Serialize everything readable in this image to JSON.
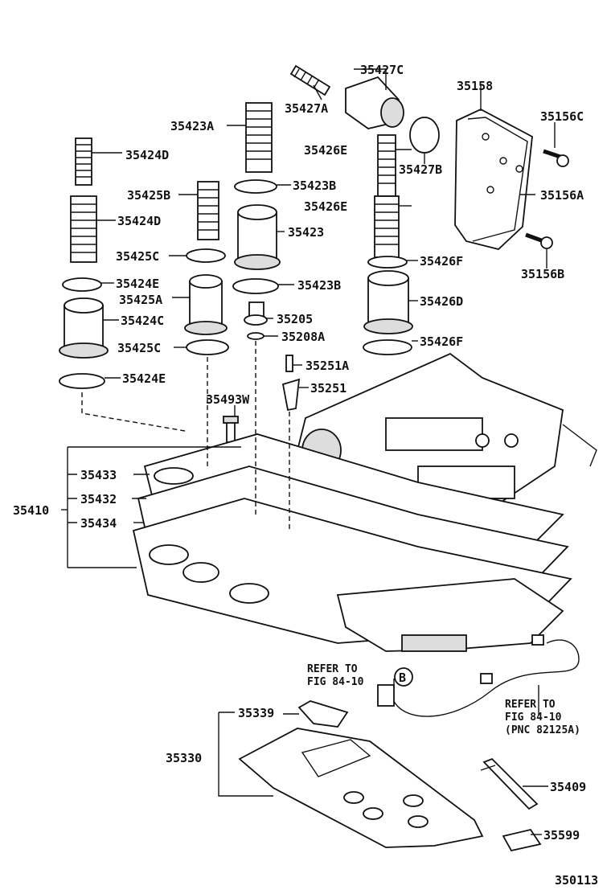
{
  "figure_number": "350113",
  "callouts": {
    "p35427C": "35427C",
    "p35427A": "35427A",
    "p35158": "35158",
    "p35156C": "35156C",
    "p35423A": "35423A",
    "p35424D_top": "35424D",
    "p35426E_top": "35426E",
    "p35427B": "35427B",
    "p35423B_top": "35423B",
    "p35156A": "35156A",
    "p35425B": "35425B",
    "p35426E_mid": "35426E",
    "p35424D": "35424D",
    "p35423": "35423",
    "p35425C_top": "35425C",
    "p35426F_top": "35426F",
    "p35156B": "35156B",
    "p35424E_top": "35424E",
    "p35423B_mid": "35423B",
    "p35425A": "35425A",
    "p35426D": "35426D",
    "p35205": "35205",
    "p35424C": "35424C",
    "p35208A": "35208A",
    "p35425C_mid": "35425C",
    "p35426F_mid": "35426F",
    "p35251A": "35251A",
    "p35424E_mid": "35424E",
    "p35251": "35251",
    "p35493W": "35493W",
    "p35433": "35433",
    "p35410": "35410",
    "p35432": "35432",
    "p35434": "35434",
    "p35339": "35339",
    "p35330": "35330",
    "p35409": "35409",
    "p35599": "35599"
  },
  "refs": {
    "refer1_line1": "REFER TO",
    "refer1_line2": "FIG 84-10",
    "refer1_marker": "B",
    "refer2_line1": "REFER TO",
    "refer2_line2": "FIG 84-10",
    "refer2_line3": "(PNC 82125A)"
  }
}
